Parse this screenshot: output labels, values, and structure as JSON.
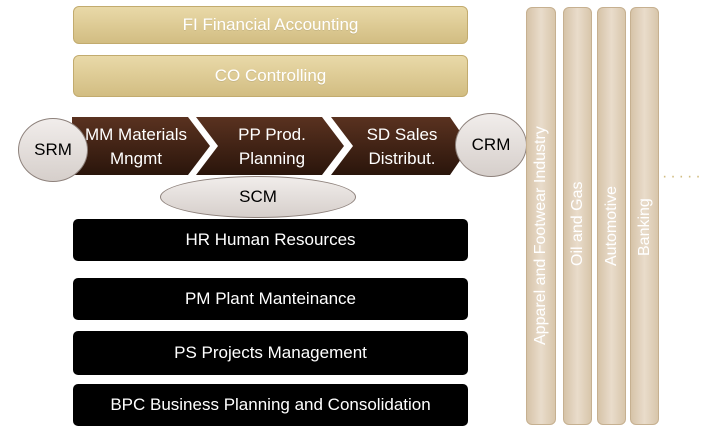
{
  "modules": {
    "fi": "FI Financial Accounting",
    "co": "CO Controlling",
    "mm": [
      "MM Materials",
      "Mngmt"
    ],
    "pp": [
      "PP Prod.",
      "Planning"
    ],
    "sd": [
      "SD Sales",
      "Distribut."
    ],
    "hr": "HR Human Resources",
    "pm": "PM Plant Manteinance",
    "ps": "PS Projects Management",
    "bpc": "BPC Business Planning and Consolidation"
  },
  "extensions": {
    "srm": "SRM",
    "crm": "CRM",
    "scm": "SCM"
  },
  "industries": [
    "Apparel and Footwear Industry",
    "Oil and Gas",
    "Automotive",
    "Banking"
  ],
  "ellipsis": "·····",
  "colors": {
    "tan": "#d2bd82",
    "chevron": "#3b1f12",
    "black_bar": "#000000",
    "oval": "#e4dedb",
    "industry_column": "#e0d0b9"
  }
}
